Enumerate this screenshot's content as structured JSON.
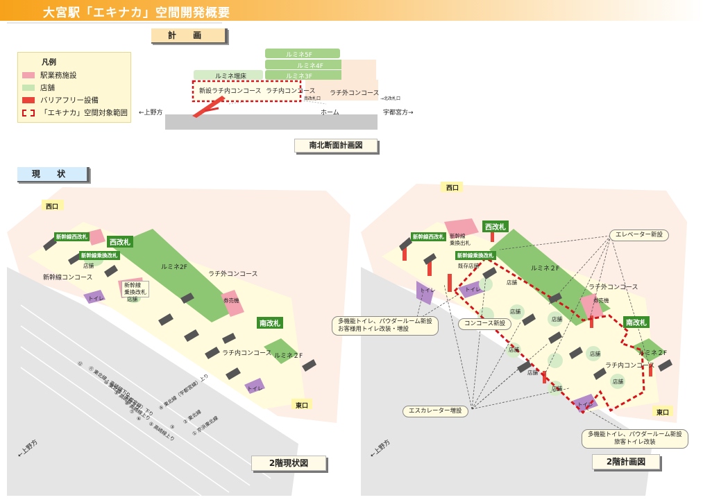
{
  "title": "大宮駅「エキナカ」空間開発概要",
  "sections": {
    "plan": "計 画",
    "current": "現 状"
  },
  "legend": {
    "title": "凡例",
    "items": [
      {
        "label": "駅業務施設",
        "color": "#f3a3b0"
      },
      {
        "label": "店舗",
        "color": "#c8e6b4"
      },
      {
        "label": "バリアフリー設備",
        "color": "#e8443a"
      },
      {
        "label": "「エキナカ」空間対象範囲",
        "color": "#d4141a"
      }
    ]
  },
  "section_view": {
    "caption": "南北断面計画図",
    "lumine5": "ルミネ5F",
    "lumine4": "ルミネ4F",
    "lumine3": "ルミネ3F",
    "lumine_ext": "ルミネ増床",
    "new_concourse": "新設ラチ内コンコース",
    "inner_concourse": "ラチ内コンコース",
    "outer_concourse": "ラチ外コンコース",
    "south_gate": "南改札口",
    "north_gate": "→北改札口",
    "home": "ホーム",
    "ueno": "←上野方",
    "utsunomiya": "宇都宮方→"
  },
  "current_map": {
    "caption": "2階現状図",
    "west_exit": "西口",
    "east_exit": "東口",
    "west_gate": "西改札",
    "south_gate": "南改札",
    "shinkansen_west_gate": "新幹線西改札",
    "shinkansen_transfer1": "新幹線乗換改札",
    "shinkansen_transfer2": "新幹線\n乗換改札",
    "shinkansen_concourse": "新幹線コンコース",
    "lumine2f": "ルミネ2F",
    "lumine2f_small": "ルミネ２F",
    "outer_concourse": "ラチ外コンコース",
    "inner_concourse": "ラチ内コンコース",
    "ticket": "券売機",
    "store": "店舗",
    "toilet": "トイレ",
    "ueno": "←上野方",
    "lines": [
      "⑫",
      "⑪ 東北線・高崎線下り",
      "⑩ 東北線（宇都宮線）下り",
      "⑨ 高崎線下り",
      "⑧ 高崎線上り",
      "⑦",
      "⑥",
      "⑤ 高崎線上り",
      "④ 東北線（宇都宮線）上り",
      "③",
      "② 東北線",
      "① 京浜東北線"
    ]
  },
  "plan_map": {
    "caption": "2階計画図",
    "west_exit": "西口",
    "east_exit": "東口",
    "west_gate": "西改札",
    "south_gate": "南改札",
    "shinkansen_west_gate": "新幹線西改札",
    "shinkansen_transfer1": "新幹線\n乗換出札",
    "shinkansen_transfer2": "新幹線乗換改札",
    "existing_store": "既存店舗",
    "lumine2f": "ルミネ２F",
    "lumine2f_small": "ルミネ２F",
    "outer_concourse": "ラチ外コンコース",
    "inner_concourse": "ラチ内コンコース",
    "new_concourse": "コンコース新設",
    "ticket": "券売機",
    "store": "店舗",
    "toilet": "トイレ",
    "elevator_callout": "エレベーター新設",
    "escalator_callout": "エスカレーター増設",
    "toilet_callout1": "多機能トイレ、パウダールーム新設\nお客様用トイレ改装・増設",
    "toilet_callout2": "多機能トイレ、パウダールーム新設\n旅客トイレ改装",
    "ueno": "←上野方"
  }
}
